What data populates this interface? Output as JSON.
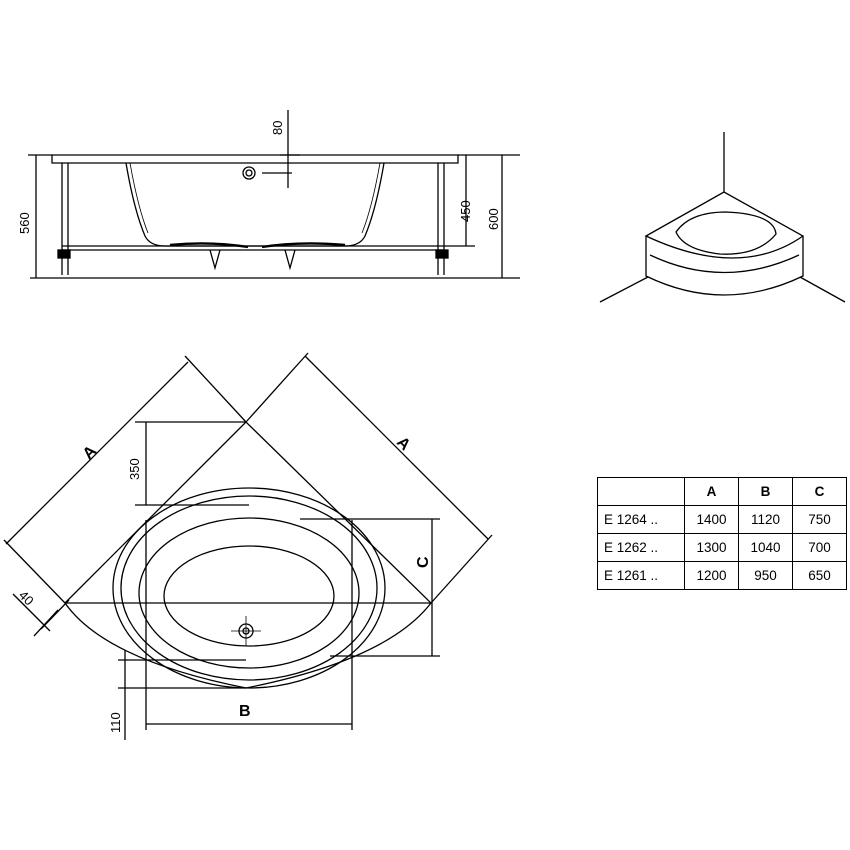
{
  "side_view": {
    "dims": {
      "overflow_offset": "80",
      "total_height": "560",
      "tub_depth": "450",
      "overall_height": "600"
    }
  },
  "plan_view": {
    "labels": {
      "side_a_left": "A",
      "side_a_right": "A",
      "b": "B",
      "c": "C"
    },
    "dims": {
      "d350": "350",
      "d40": "40",
      "d110": "110"
    }
  },
  "size_table": {
    "headers": [
      "",
      "A",
      "B",
      "C"
    ],
    "rows": [
      {
        "code": "E 1264 ..",
        "a": "1400",
        "b": "1120",
        "c": "750"
      },
      {
        "code": "E 1262 ..",
        "a": "1300",
        "b": "1040",
        "c": "700"
      },
      {
        "code": "E 1261 ..",
        "a": "1200",
        "b": "950",
        "c": "650"
      }
    ]
  }
}
